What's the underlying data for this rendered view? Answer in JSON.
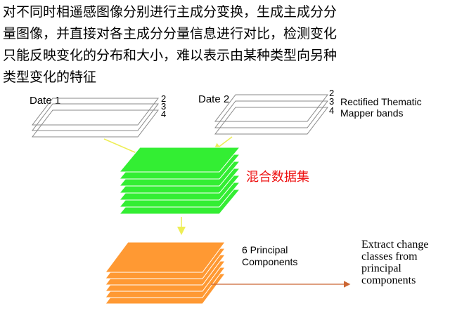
{
  "intro_lines": [
    "对不同时相遥感图像分别进行主成分变换，生成主成分分",
    "量图像，并直接对各主成分分量信息进行对比，检测变化",
    "只能反映变化的分布和大小，难以表示由某种类型向另种",
    "类型变化的特征"
  ],
  "date1": {
    "label": "Date 1",
    "bands": [
      "2",
      "3",
      "4"
    ]
  },
  "date2": {
    "label": "Date 2",
    "bands": [
      "2",
      "3",
      "4"
    ]
  },
  "bands_caption": [
    "Rectified Thematic",
    "Mapper bands"
  ],
  "merged": {
    "label": "混合数据集",
    "layer_count": 7
  },
  "pcs": {
    "caption": [
      "6 Principal",
      "Components"
    ],
    "layer_count": 6
  },
  "extract_caption": [
    "Extract change",
    "classes from",
    "principal",
    "components"
  ],
  "colors": {
    "merged_fill": "#33ee33",
    "merged_label": "#ee1111",
    "pc_fill": "#ff9933",
    "arrow": "#eeee55",
    "output_arrow": "#cc6633",
    "band_stroke": "#888888"
  }
}
